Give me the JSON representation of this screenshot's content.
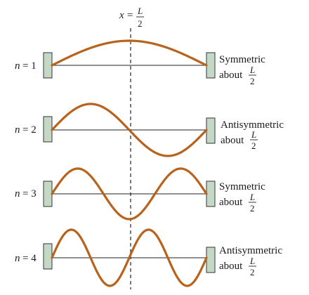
{
  "axis_label": {
    "x": "x",
    "eq": "=",
    "num": "L",
    "den": "2"
  },
  "modes": [
    {
      "n_label": "n",
      "n_eq": "= 1",
      "description": "Symmetric",
      "about": "about",
      "frac_num": "L",
      "frac_den": "2",
      "harmonic": 1
    },
    {
      "n_label": "n",
      "n_eq": "= 2",
      "description": "Antisymmetric",
      "about": "about",
      "frac_num": "L",
      "frac_den": "2",
      "harmonic": 2
    },
    {
      "n_label": "n",
      "n_eq": "= 3",
      "description": "Symmetric",
      "about": "about",
      "frac_num": "L",
      "frac_den": "2",
      "harmonic": 3
    },
    {
      "n_label": "n",
      "n_eq": "= 4",
      "description": "Antisymmetric",
      "about": "about",
      "frac_num": "L",
      "frac_den": "2",
      "harmonic": 4
    }
  ],
  "colors": {
    "wave": "#b8621b",
    "clamp": "#c4d8c6",
    "line": "#222222"
  }
}
